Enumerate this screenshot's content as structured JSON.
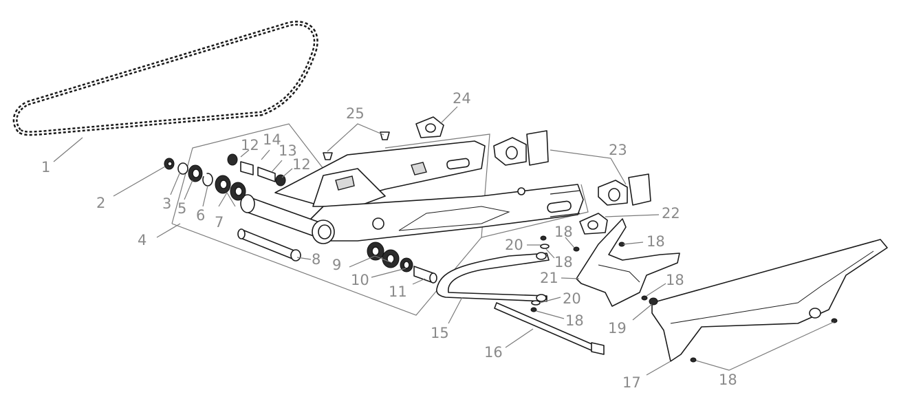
{
  "callouts": [
    {
      "id": "c1",
      "text": "1"
    },
    {
      "id": "c2",
      "text": "2"
    },
    {
      "id": "c3",
      "text": "3"
    },
    {
      "id": "c4",
      "text": "4"
    },
    {
      "id": "c5",
      "text": "5"
    },
    {
      "id": "c6",
      "text": "6"
    },
    {
      "id": "c7",
      "text": "7"
    },
    {
      "id": "c8",
      "text": "8"
    },
    {
      "id": "c9",
      "text": "9"
    },
    {
      "id": "c10",
      "text": "10"
    },
    {
      "id": "c11",
      "text": "11"
    },
    {
      "id": "c12a",
      "text": "12"
    },
    {
      "id": "c14",
      "text": "14"
    },
    {
      "id": "c13",
      "text": "13"
    },
    {
      "id": "c12b",
      "text": "12"
    },
    {
      "id": "c15",
      "text": "15"
    },
    {
      "id": "c16",
      "text": "16"
    },
    {
      "id": "c17",
      "text": "17"
    },
    {
      "id": "c18a",
      "text": "18"
    },
    {
      "id": "c18b",
      "text": "18"
    },
    {
      "id": "c18c",
      "text": "18"
    },
    {
      "id": "c18d",
      "text": "18"
    },
    {
      "id": "c18e",
      "text": "18"
    },
    {
      "id": "c18f",
      "text": "18"
    },
    {
      "id": "c19",
      "text": "19"
    },
    {
      "id": "c20a",
      "text": "20"
    },
    {
      "id": "c20b",
      "text": "20"
    },
    {
      "id": "c21",
      "text": "21"
    },
    {
      "id": "c22",
      "text": "22"
    },
    {
      "id": "c23",
      "text": "23"
    },
    {
      "id": "c24",
      "text": "24"
    },
    {
      "id": "c25",
      "text": "25"
    }
  ]
}
